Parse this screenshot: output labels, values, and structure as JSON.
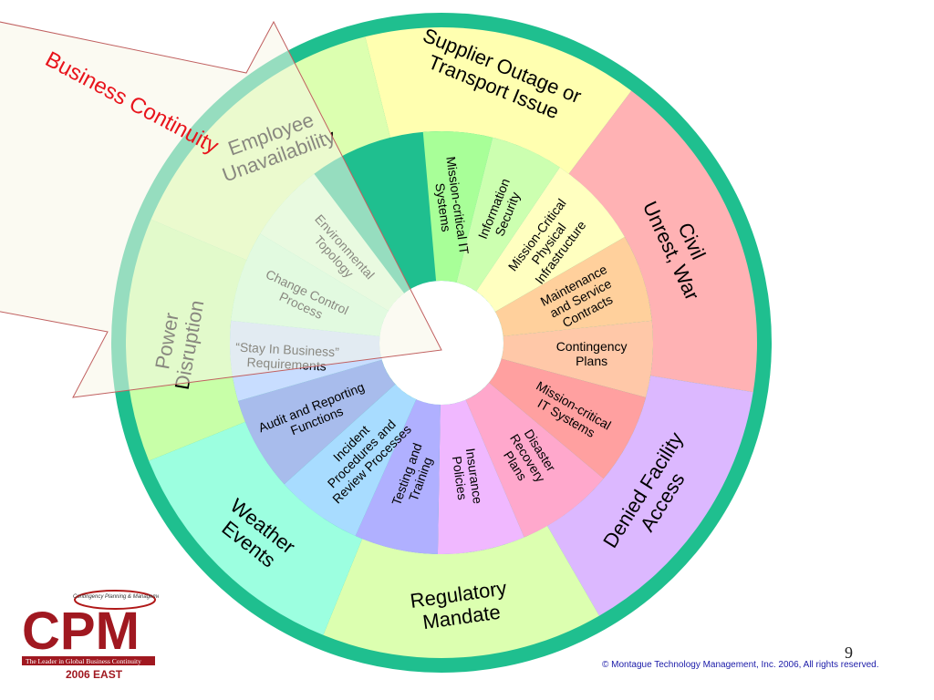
{
  "title": "Business Continuity",
  "outer_ring": [
    {
      "id": "supplier",
      "lines": [
        "Supplier Outage or",
        "Transport Issue"
      ],
      "color": "#ffffb0"
    },
    {
      "id": "civil",
      "lines": [
        "Civil",
        "Unrest, War"
      ],
      "color": "#ffb2b4"
    },
    {
      "id": "denied",
      "lines": [
        "Denied Facility",
        "Access"
      ],
      "color": "#dcb8ff"
    },
    {
      "id": "regulatory",
      "lines": [
        "Regulatory",
        "Mandate"
      ],
      "color": "#dcffb0"
    },
    {
      "id": "weather",
      "lines": [
        "Weather",
        "Events"
      ],
      "color": "#9cffe0"
    },
    {
      "id": "power",
      "lines": [
        "Power",
        "Disruption"
      ],
      "color": "#c8ffa8"
    },
    {
      "id": "employee",
      "lines": [
        "Employee",
        "Unavailability"
      ],
      "color": "#dcffb0"
    }
  ],
  "inner_ring": [
    {
      "id": "mission-it-top",
      "lines": [
        "Mission-critical IT",
        "Systems"
      ],
      "color": "#a8ff98"
    },
    {
      "id": "info-security",
      "lines": [
        "Information",
        "Security"
      ],
      "color": "#ccffb0"
    },
    {
      "id": "mission-physical",
      "lines": [
        "Mission-Critical",
        "Physical",
        "Infrastructure"
      ],
      "color": "#ffffc0"
    },
    {
      "id": "maintenance",
      "lines": [
        "Maintenance",
        "and Service",
        "Contracts"
      ],
      "color": "#ffd09c"
    },
    {
      "id": "contingency",
      "lines": [
        "Contingency",
        "Plans"
      ],
      "color": "#ffc8a8"
    },
    {
      "id": "mission-it-right",
      "lines": [
        "Mission-critical",
        "IT  Systems"
      ],
      "color": "#ffa0a0"
    },
    {
      "id": "disaster",
      "lines": [
        "Disaster",
        "Recovery",
        "Plans"
      ],
      "color": "#ffa8cc"
    },
    {
      "id": "insurance",
      "lines": [
        "Insurance",
        "Policies"
      ],
      "color": "#f0b8ff"
    },
    {
      "id": "testing",
      "lines": [
        "Testing and",
        "Training"
      ],
      "color": "#b0b0ff"
    },
    {
      "id": "incident",
      "lines": [
        "Incident",
        "Procedures and",
        "Review Processes"
      ],
      "color": "#a8dcff"
    },
    {
      "id": "audit",
      "lines": [
        "Audit and Reporting",
        "Functions"
      ],
      "color": "#a8bcec"
    },
    {
      "id": "stay",
      "lines": [
        "“Stay In Business”",
        "Requirements"
      ],
      "color": "#c8ddff"
    },
    {
      "id": "change",
      "lines": [
        "Change Control",
        "Process"
      ],
      "color": "#c8ffd8"
    },
    {
      "id": "env",
      "lines": [
        "Environmental",
        "Topology"
      ],
      "color": "#d8ffd8"
    }
  ],
  "colors": {
    "ring": "#1fbf8f",
    "overlay": "#f8f5e8",
    "overlay_stroke": "#c06060",
    "accent": "#e8141c"
  },
  "logo": {
    "letters": "CPM",
    "tagline": "Contingency Planning & Management",
    "banner": "The Leader in Global Business Continuity",
    "edition": "2006 EAST"
  },
  "page_number": "9",
  "copyright": "© Montague Technology Management, Inc. 2006, All rights reserved."
}
